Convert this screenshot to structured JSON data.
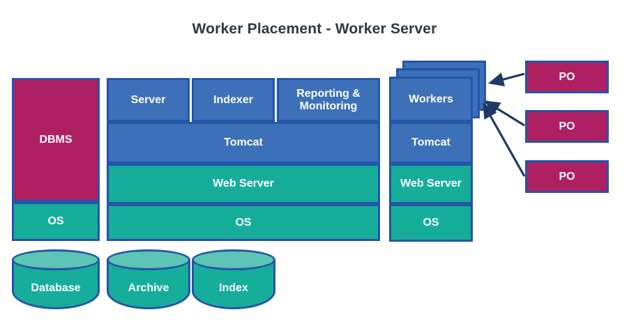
{
  "title": "Worker Placement - Worker Server",
  "colors": {
    "magenta": "#af2063",
    "teal": "#16ae9b",
    "teal_light": "#5cc5b6",
    "blue": "#3c70b8",
    "border_blue": "#2455a8",
    "arrow_navy": "#1f3864",
    "title_text": "#2b3a42",
    "background": "#ffffff"
  },
  "db_stack": {
    "layers": [
      {
        "label": "DBMS",
        "fill": "magenta"
      },
      {
        "label": "OS",
        "fill": "teal"
      }
    ],
    "cylinders": [
      {
        "label": "Database"
      }
    ]
  },
  "app_stack": {
    "top_row": [
      {
        "label": "Server"
      },
      {
        "label": "Indexer"
      },
      {
        "label": "Reporting & Monitoring"
      }
    ],
    "layers": [
      {
        "label": "Tomcat",
        "fill": "blue"
      },
      {
        "label": "Web Server",
        "fill": "teal"
      },
      {
        "label": "OS",
        "fill": "teal"
      }
    ],
    "cylinders": [
      {
        "label": "Archive"
      },
      {
        "label": "Index"
      }
    ]
  },
  "worker_stack": {
    "stacked_layers_count": 3,
    "layers": [
      {
        "label": "Workers",
        "fill": "blue"
      },
      {
        "label": "Tomcat",
        "fill": "blue"
      },
      {
        "label": "Web Server",
        "fill": "teal"
      },
      {
        "label": "OS",
        "fill": "teal"
      }
    ]
  },
  "po_boxes": [
    {
      "label": "PO"
    },
    {
      "label": "PO"
    },
    {
      "label": "PO"
    }
  ]
}
